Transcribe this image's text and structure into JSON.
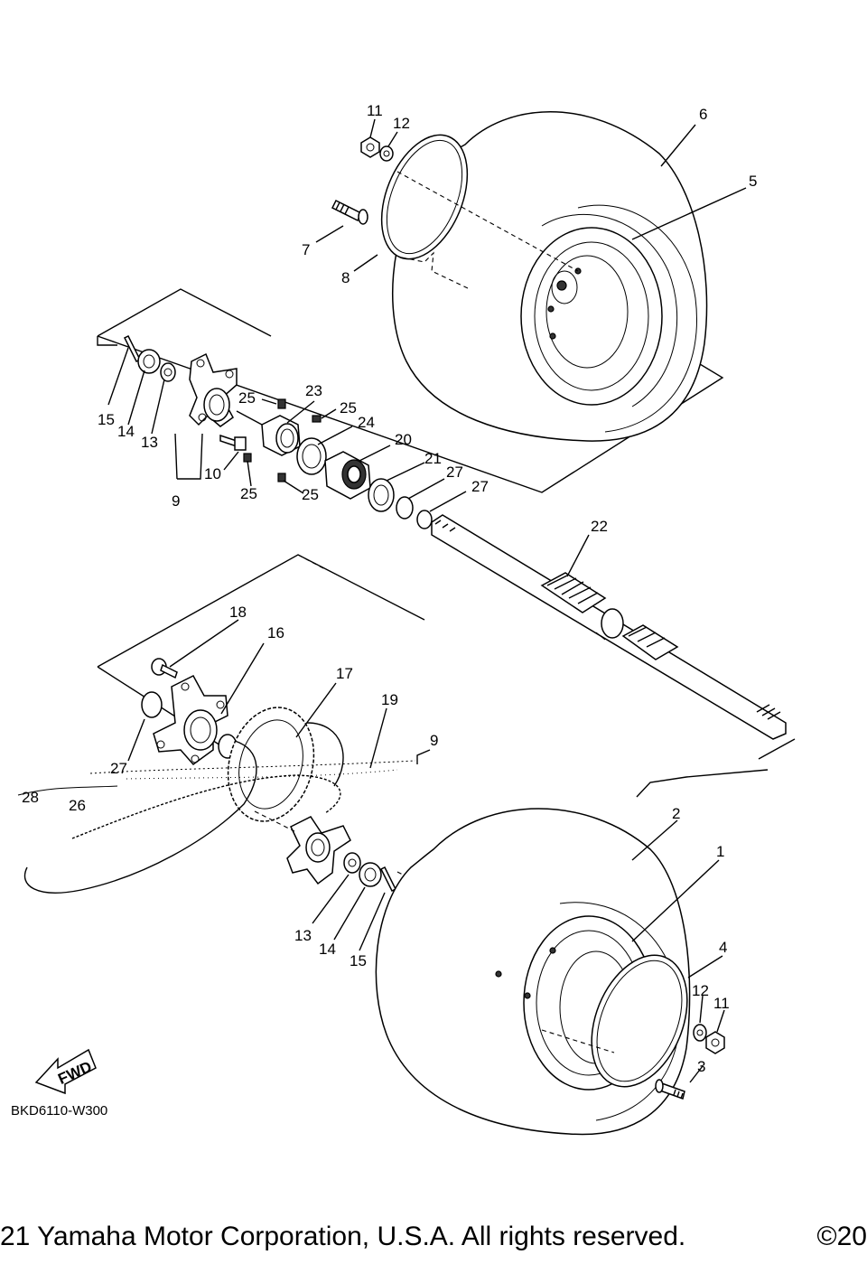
{
  "diagram": {
    "drawing_code": "BKD6110-W300",
    "fwd_label": "FWD",
    "callouts": [
      {
        "id": "c11a",
        "label": "11"
      },
      {
        "id": "c12a",
        "label": "12"
      },
      {
        "id": "c6",
        "label": "6"
      },
      {
        "id": "c5",
        "label": "5"
      },
      {
        "id": "c7",
        "label": "7"
      },
      {
        "id": "c8",
        "label": "8"
      },
      {
        "id": "c15a",
        "label": "15"
      },
      {
        "id": "c14a",
        "label": "14"
      },
      {
        "id": "c13a",
        "label": "13"
      },
      {
        "id": "c25a",
        "label": "25"
      },
      {
        "id": "c23",
        "label": "23"
      },
      {
        "id": "c25b",
        "label": "25"
      },
      {
        "id": "c24",
        "label": "24"
      },
      {
        "id": "c20",
        "label": "20"
      },
      {
        "id": "c10",
        "label": "10"
      },
      {
        "id": "c9a",
        "label": "9"
      },
      {
        "id": "c25c",
        "label": "25"
      },
      {
        "id": "c25d",
        "label": "25"
      },
      {
        "id": "c21",
        "label": "21"
      },
      {
        "id": "c27a",
        "label": "27"
      },
      {
        "id": "c27b",
        "label": "27"
      },
      {
        "id": "c22",
        "label": "22"
      },
      {
        "id": "c18",
        "label": "18"
      },
      {
        "id": "c16",
        "label": "16"
      },
      {
        "id": "c17",
        "label": "17"
      },
      {
        "id": "c19",
        "label": "19"
      },
      {
        "id": "c9b",
        "label": "9"
      },
      {
        "id": "c27c",
        "label": "27"
      },
      {
        "id": "c28",
        "label": "28"
      },
      {
        "id": "c26",
        "label": "26"
      },
      {
        "id": "c2",
        "label": "2"
      },
      {
        "id": "c1",
        "label": "1"
      },
      {
        "id": "c4",
        "label": "4"
      },
      {
        "id": "c13b",
        "label": "13"
      },
      {
        "id": "c14b",
        "label": "14"
      },
      {
        "id": "c15b",
        "label": "15"
      },
      {
        "id": "c12b",
        "label": "12"
      },
      {
        "id": "c11b",
        "label": "11"
      },
      {
        "id": "c3",
        "label": "3"
      }
    ]
  },
  "footer": {
    "copyright_left": "21 Yamaha Motor Corporation, U.S.A. All rights reserved.",
    "copyright_right": "©20"
  }
}
